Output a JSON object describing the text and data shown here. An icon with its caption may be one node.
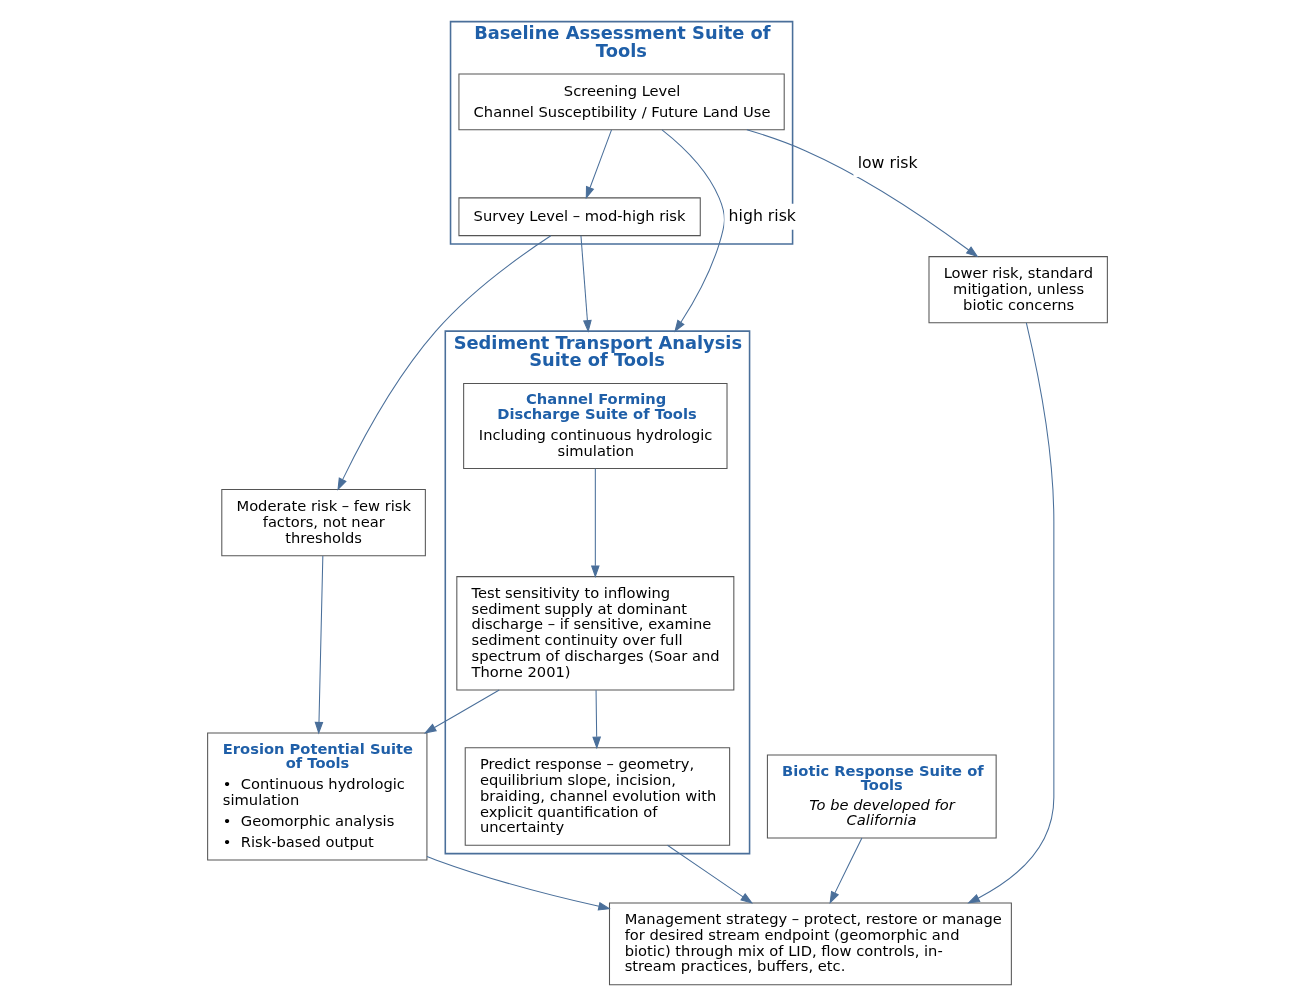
{
  "diagram": {
    "nodes": [
      {
        "text": [
          "Baseline Assessment Suite of Tools"
        ]
      },
      {
        "text": [
          "Screening Level",
          "Channel Susceptibility / Future Land Use"
        ],
        "in": 0
      },
      {
        "text": [
          "Survey Level – mod-high risk"
        ],
        "in": 0
      },
      {
        "text": [
          "Lower risk, standard mitigation, unless biotic concerns"
        ]
      },
      {
        "text": [
          "Moderate risk – few risk factors, not near thresholds"
        ]
      },
      {
        "text": [
          "Sediment Transport Analysis Suite of Tools"
        ]
      },
      {
        "text": [
          "Channel Forming Discharge Suite of Tools",
          "Including continuous hydrologic simulation"
        ],
        "in": 5
      },
      {
        "text": [
          "Test sensitivity to inflowing sediment supply at dominant discharge – if sensitive, examine sediment continuity over full spectrum of discharges (Soar and Thorne 2001)"
        ],
        "in": 5
      },
      {
        "text": [
          "Predict response – geometry, equilibrium slope, incision, braiding, channel evolution with explicit quantification of uncertainty"
        ],
        "in": 5
      },
      {
        "text": [
          "Biotic Response Suite of Tools",
          "To be developed for California"
        ]
      },
      {
        "text": [
          "Erosion Potential Suite of Tools",
          "•  Continuous hydrologic simulation",
          "•  Geomorphic analysis",
          "•  Risk-based output"
        ]
      },
      {
        "text": [
          "Management strategy – protect, restore or manage for desired stream endpoint (geomorphic and biotic) through mix of LID, flow controls, in-stream practices, buffers, etc."
        ]
      }
    ],
    "edges": [
      {
        "from": 1,
        "to": 3,
        "arrow": "to",
        "label": "low risk"
      },
      {
        "from": 1,
        "to": 2,
        "arrow": "to"
      },
      {
        "from": 1,
        "to": 5,
        "arrow": "to",
        "label": "high risk"
      },
      {
        "from": 2,
        "to": 5,
        "arrow": "to"
      },
      {
        "from": 2,
        "to": 4,
        "arrow": "to"
      },
      {
        "from": 4,
        "to": 10,
        "arrow": "to"
      },
      {
        "from": 6,
        "to": 7,
        "arrow": "to"
      },
      {
        "from": 7,
        "to": 10,
        "arrow": "to"
      },
      {
        "from": 7,
        "to": 8,
        "arrow": "to"
      },
      {
        "from": 9,
        "to": 11,
        "arrow": "to"
      },
      {
        "from": 3,
        "to": 11,
        "arrow": "to"
      },
      {
        "from": 10,
        "to": 11,
        "arrow": "to"
      },
      {
        "from": 8,
        "to": 11,
        "arrow": "to"
      }
    ]
  }
}
